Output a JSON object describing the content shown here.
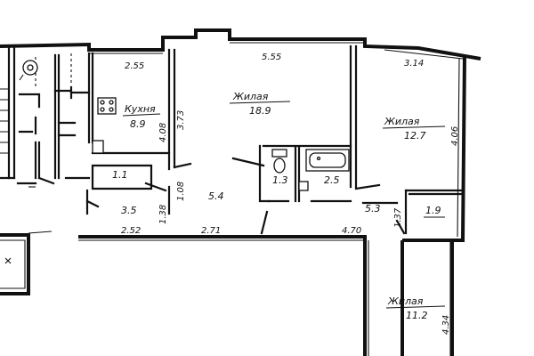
{
  "plan": {
    "rooms": {
      "kitchen": {
        "name": "Кухня",
        "area": "8.9"
      },
      "living_main": {
        "name": "Жилая",
        "area": "18.9"
      },
      "living_right": {
        "name": "Жилая",
        "area": "12.7"
      },
      "living_bottom": {
        "name": "Жилая",
        "area": "11.2"
      },
      "closet_left": {
        "area": "1.1"
      },
      "toilet": {
        "area": "1.3"
      },
      "bath": {
        "area": "2.5"
      },
      "hall": {
        "area": "5.4"
      },
      "corridor_left": {
        "area": "3.5"
      },
      "corridor_right": {
        "area": "5.3"
      },
      "closet_right": {
        "area": "1.9"
      }
    },
    "dimensions": {
      "kitchen_top": "2.55",
      "main_top": "5.55",
      "right_top": "3.14",
      "kitchen_side": "4.08",
      "main_left": "3.73",
      "right_side": "4.06",
      "hall_left": "1.08",
      "corridor_side": "1.38",
      "bottom_left": "2.52",
      "bottom_mid": "2.71",
      "bottom_right": "4.70",
      "right_corr": "1.37",
      "bottom_room_side": "4.34"
    }
  }
}
